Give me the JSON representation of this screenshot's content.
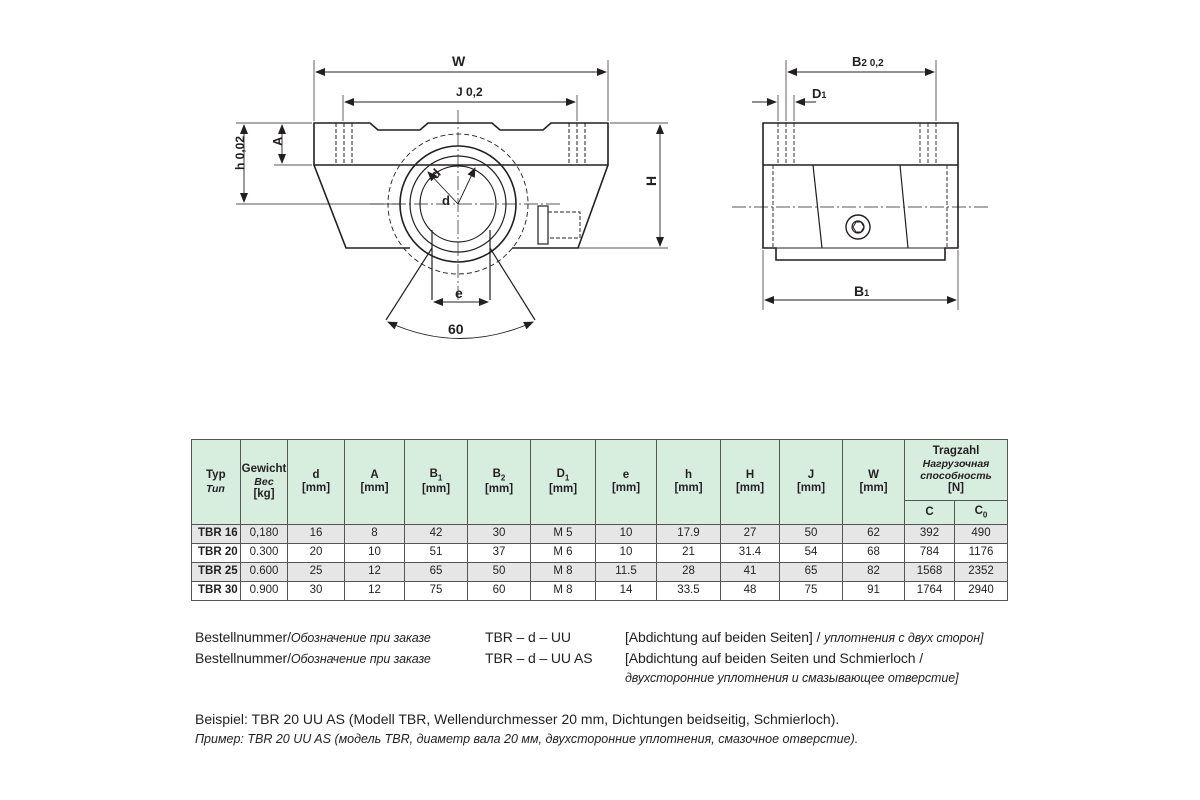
{
  "drawing": {
    "labels": {
      "W": "W",
      "J": "J 0,2",
      "A": "A",
      "h": "h 0,02",
      "H": "H",
      "d1": "d",
      "d2": "d",
      "e": "e",
      "angle": "60",
      "B2": "B",
      "B2_sub": "2 0,2",
      "D1": "D",
      "D1_sub": "1",
      "B1": "B",
      "B1_sub": "1"
    }
  },
  "table": {
    "header": {
      "typ": "Typ",
      "typ_ru": "Тип",
      "gewicht": "Gewicht",
      "gewicht_ru": "Вес",
      "gewicht_unit": "[kg]",
      "load": "Tragzahl",
      "load_ru1": "Нагрузочная",
      "load_ru2": "способность",
      "load_unit": "[N]",
      "C": "C",
      "C0": "C",
      "C0_sub": "0",
      "cols": [
        {
          "main": "d",
          "sub": "",
          "unit": "[mm]"
        },
        {
          "main": "A",
          "sub": "",
          "unit": "[mm]"
        },
        {
          "main": "B",
          "sub": "1",
          "unit": "[mm]"
        },
        {
          "main": "B",
          "sub": "2",
          "unit": "[mm]"
        },
        {
          "main": "D",
          "sub": "1",
          "unit": "[mm]"
        },
        {
          "main": "e",
          "sub": "",
          "unit": "[mm]"
        },
        {
          "main": "h",
          "sub": "",
          "unit": "[mm]"
        },
        {
          "main": "H",
          "sub": "",
          "unit": "[mm]"
        },
        {
          "main": "J",
          "sub": "",
          "unit": "[mm]"
        },
        {
          "main": "W",
          "sub": "",
          "unit": "[mm]"
        }
      ]
    },
    "rows": [
      [
        "TBR 16",
        "0,180",
        "16",
        "8",
        "42",
        "30",
        "M 5",
        "10",
        "17.9",
        "27",
        "50",
        "62",
        "392",
        "490"
      ],
      [
        "TBR 20",
        "0.300",
        "20",
        "10",
        "51",
        "37",
        "M 6",
        "10",
        "21",
        "31.4",
        "54",
        "68",
        "784",
        "1176"
      ],
      [
        "TBR 25",
        "0.600",
        "25",
        "12",
        "65",
        "50",
        "M 8",
        "11.5",
        "28",
        "41",
        "65",
        "82",
        "1568",
        "2352"
      ],
      [
        "TBR 30",
        "0.900",
        "30",
        "12",
        "75",
        "60",
        "M 8",
        "14",
        "33.5",
        "48",
        "75",
        "91",
        "1764",
        "2940"
      ]
    ]
  },
  "notes": {
    "line1_de": "Bestellnummer/",
    "line1_ru": "Обозначение при заказе",
    "line1_code": "TBR – d – UU",
    "line1_desc_de": "[Abdichtung auf beiden Seiten] / ",
    "line1_desc_ru": "уплотнения с двух сторон]",
    "line2_de": "Bestellnummer/",
    "line2_ru": "Обозначение при заказе",
    "line2_code": "TBR – d – UU AS",
    "line2_desc_de": "[Abdichtung auf beiden Seiten und Schmierloch /",
    "line3_desc_ru": "двухсторонние уплотнения и смазывающее отверстие]",
    "example_de": "Beispiel: TBR 20 UU AS (Modell TBR, Wellendurchmesser 20 mm, Dichtungen beidseitig, Schmierloch).",
    "example_ru": "Пример: TBR 20 UU AS (модель TBR, диаметр вала 20 мм, двухсторонние уплотнения, смазочное отверстие)."
  }
}
